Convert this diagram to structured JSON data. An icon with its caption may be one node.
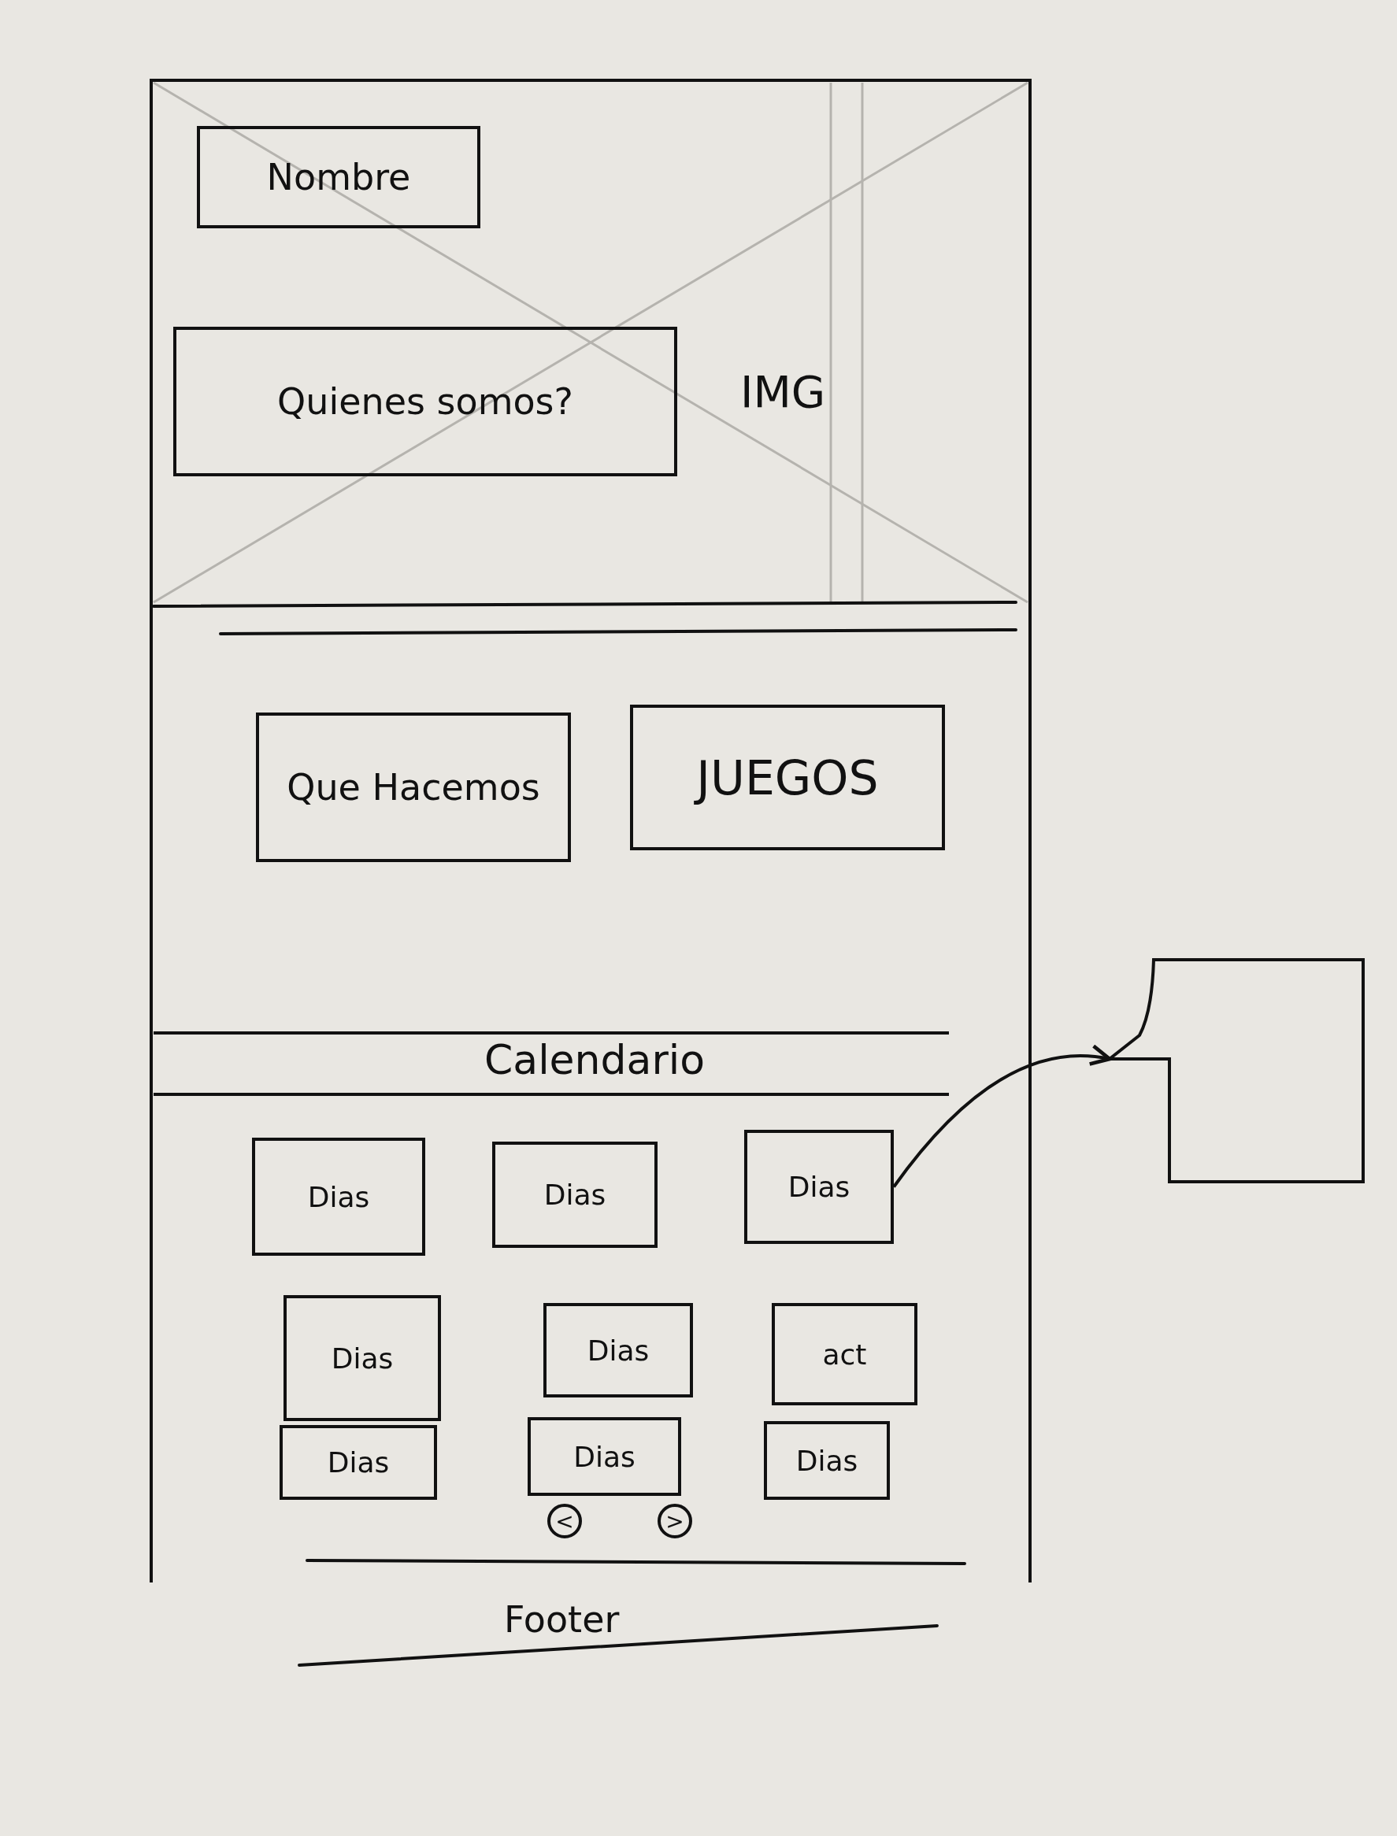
{
  "diagram": {
    "nodes": [
      {
        "text": [
          "IMG"
        ]
      },
      {
        "text": [
          "Nombre"
        ],
        "in": 0
      },
      {
        "text": [
          "Quienes somos?"
        ],
        "in": 0
      },
      {
        "text": [
          "Que Hacemos"
        ]
      },
      {
        "text": [
          "JUEGOS"
        ]
      },
      {
        "text": [
          "Calendario"
        ]
      },
      {
        "text": [
          "Dias"
        ],
        "in": 5
      },
      {
        "text": [
          "Dias"
        ],
        "in": 5
      },
      {
        "text": [
          "Dias"
        ],
        "in": 5
      },
      {
        "text": [
          "Dias"
        ],
        "in": 5
      },
      {
        "text": [
          "Dias"
        ],
        "in": 5
      },
      {
        "text": [
          "act"
        ],
        "in": 5
      },
      {
        "text": [
          "Dias"
        ],
        "in": 5
      },
      {
        "text": [
          "Dias"
        ],
        "in": 5
      },
      {
        "text": [
          "Dias"
        ],
        "in": 5
      },
      {
        "text": [
          "<"
        ],
        "in": 5
      },
      {
        "text": [
          ">"
        ],
        "in": 5
      },
      {
        "text": [],
        "shape": "box"
      },
      {
        "text": [
          "Footer"
        ]
      }
    ],
    "edges": [
      {
        "from": 8,
        "to": 17,
        "arrow": "to"
      }
    ]
  }
}
